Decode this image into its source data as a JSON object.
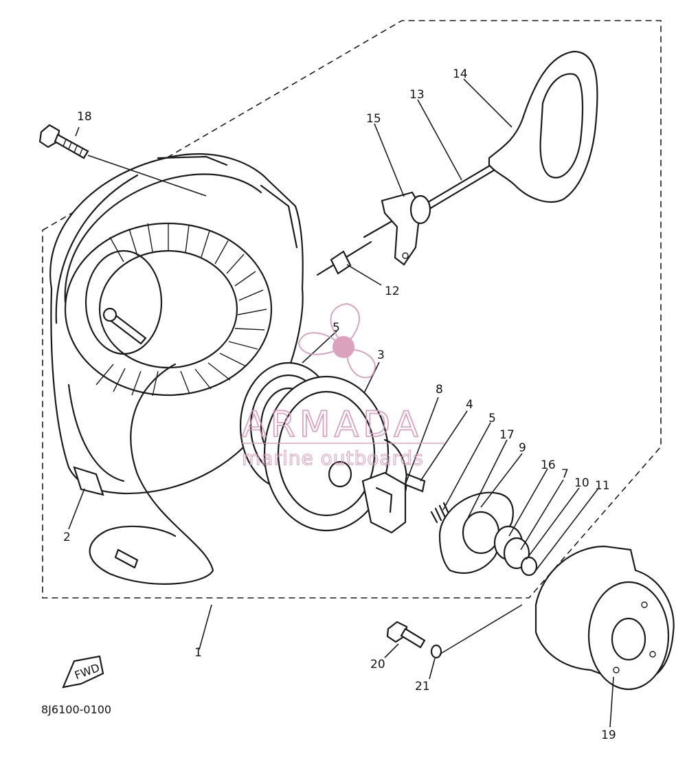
{
  "drawing_code": "8J6100-0100",
  "direction_marker": "FWD",
  "watermark": {
    "name": "ARMADA",
    "tagline": "marine outboards",
    "color": "#d898b8"
  },
  "callouts": [
    "1",
    "2",
    "3",
    "4",
    "5",
    "5",
    "7",
    "8",
    "9",
    "10",
    "11",
    "12",
    "13",
    "14",
    "15",
    "16",
    "17",
    "18",
    "19",
    "20",
    "21"
  ]
}
